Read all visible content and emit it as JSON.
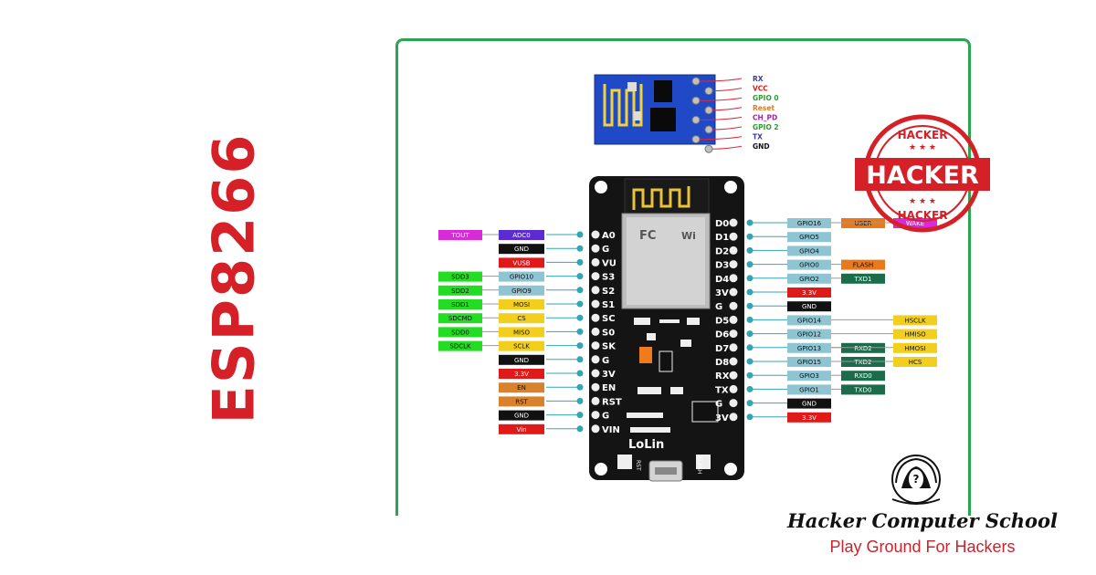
{
  "page": {
    "title": "ESP8266",
    "brand": "Hacker Computer School",
    "tagline": "Play Ground For Hackers",
    "colors": {
      "title": "#d62027",
      "frame": "#2aa651",
      "board": "#141414",
      "accent": "#c3272e"
    }
  },
  "stamp": {
    "top": "HACKER",
    "center": "HACKER",
    "bottom": "HACKER"
  },
  "esp01": {
    "pins": [
      {
        "label": "RX",
        "color": "#3c3c9c"
      },
      {
        "label": "VCC",
        "color": "#d62027"
      },
      {
        "label": "GPIO 0",
        "color": "#2aa02a"
      },
      {
        "label": "Reset",
        "color": "#e07a1f"
      },
      {
        "label": "CH_PD",
        "color": "#9b2aa0"
      },
      {
        "label": "GPIO 2",
        "color": "#2aa02a"
      },
      {
        "label": "TX",
        "color": "#3c3c9c"
      },
      {
        "label": "GND",
        "color": "#111111"
      }
    ]
  },
  "board": {
    "label": "LoLin",
    "rst_label": "RST",
    "flash_label": "FLASH",
    "left_pins": [
      "A0",
      "G",
      "VU",
      "S3",
      "S2",
      "S1",
      "SC",
      "S0",
      "SK",
      "G",
      "3V",
      "EN",
      "RST",
      "G",
      "VIN"
    ],
    "right_pins": [
      "D0",
      "D1",
      "D2",
      "D3",
      "D4",
      "3V",
      "G",
      "D5",
      "D6",
      "D7",
      "D8",
      "RX",
      "TX",
      "G",
      "3V"
    ],
    "left_tags": [
      [
        {
          "text": "TOUT",
          "color": "#d82ad8"
        },
        {
          "text": "ADC0",
          "color": "#5b2bd4"
        }
      ],
      [
        {
          "text": "GND",
          "color": "#111111"
        }
      ],
      [
        {
          "text": "VUSB",
          "color": "#e01919"
        }
      ],
      [
        {
          "text": "SDD3",
          "color": "#22dd22"
        },
        {
          "text": "GPIO10",
          "color": "#8fc4d3"
        }
      ],
      [
        {
          "text": "SDD2",
          "color": "#22dd22"
        },
        {
          "text": "GPIO9",
          "color": "#8fc4d3"
        }
      ],
      [
        {
          "text": "SDD1",
          "color": "#22dd22"
        },
        {
          "text": "MOSI",
          "color": "#f2cf1c"
        }
      ],
      [
        {
          "text": "SDCMD",
          "color": "#22dd22"
        },
        {
          "text": "CS",
          "color": "#f2cf1c"
        }
      ],
      [
        {
          "text": "SDD0",
          "color": "#22dd22"
        },
        {
          "text": "MISO",
          "color": "#f2cf1c"
        }
      ],
      [
        {
          "text": "SDCLK",
          "color": "#22dd22"
        },
        {
          "text": "SCLK",
          "color": "#f2cf1c"
        }
      ],
      [
        {
          "text": "GND",
          "color": "#111111"
        }
      ],
      [
        {
          "text": "3.3V",
          "color": "#e01919"
        }
      ],
      [
        {
          "text": "EN",
          "color": "#d9822b"
        }
      ],
      [
        {
          "text": "RST",
          "color": "#d9822b"
        }
      ],
      [
        {
          "text": "GND",
          "color": "#111111"
        }
      ],
      [
        {
          "text": "Vin",
          "color": "#e01919"
        }
      ]
    ],
    "right_tags": [
      [
        {
          "text": "GPIO16",
          "color": "#8fc4d3"
        },
        {
          "text": "USER",
          "color": "#e87a1c"
        },
        {
          "text": "WAKE",
          "color": "#d82ad8"
        }
      ],
      [
        {
          "text": "GPIO5",
          "color": "#8fc4d3"
        }
      ],
      [
        {
          "text": "GPIO4",
          "color": "#8fc4d3"
        }
      ],
      [
        {
          "text": "GPIO0",
          "color": "#8fc4d3"
        },
        {
          "text": "FLASH",
          "color": "#e87a1c"
        }
      ],
      [
        {
          "text": "GPIO2",
          "color": "#8fc4d3"
        },
        {
          "text": "TXD1",
          "color": "#1c6b4a"
        }
      ],
      [
        {
          "text": "3.3V",
          "color": "#e01919"
        }
      ],
      [
        {
          "text": "GND",
          "color": "#111111"
        }
      ],
      [
        {
          "text": "GPIO14",
          "color": "#8fc4d3"
        },
        {
          "text": "",
          "color": ""
        },
        {
          "text": "HSCLK",
          "color": "#f2cf1c"
        }
      ],
      [
        {
          "text": "GPIO12",
          "color": "#8fc4d3"
        },
        {
          "text": "",
          "color": ""
        },
        {
          "text": "HMISO",
          "color": "#f2cf1c"
        }
      ],
      [
        {
          "text": "GPIO13",
          "color": "#8fc4d3"
        },
        {
          "text": "RXD2",
          "color": "#1c6b4a"
        },
        {
          "text": "HMOSI",
          "color": "#f2cf1c"
        }
      ],
      [
        {
          "text": "GPIO15",
          "color": "#8fc4d3"
        },
        {
          "text": "TXD2",
          "color": "#1c6b4a"
        },
        {
          "text": "HCS",
          "color": "#f2cf1c"
        }
      ],
      [
        {
          "text": "GPIO3",
          "color": "#8fc4d3"
        },
        {
          "text": "RXD0",
          "color": "#1c6b4a"
        }
      ],
      [
        {
          "text": "GPIO1",
          "color": "#8fc4d3"
        },
        {
          "text": "TXD0",
          "color": "#1c6b4a"
        }
      ],
      [
        {
          "text": "GND",
          "color": "#111111"
        }
      ],
      [
        {
          "text": "3.3V",
          "color": "#e01919"
        }
      ]
    ]
  }
}
